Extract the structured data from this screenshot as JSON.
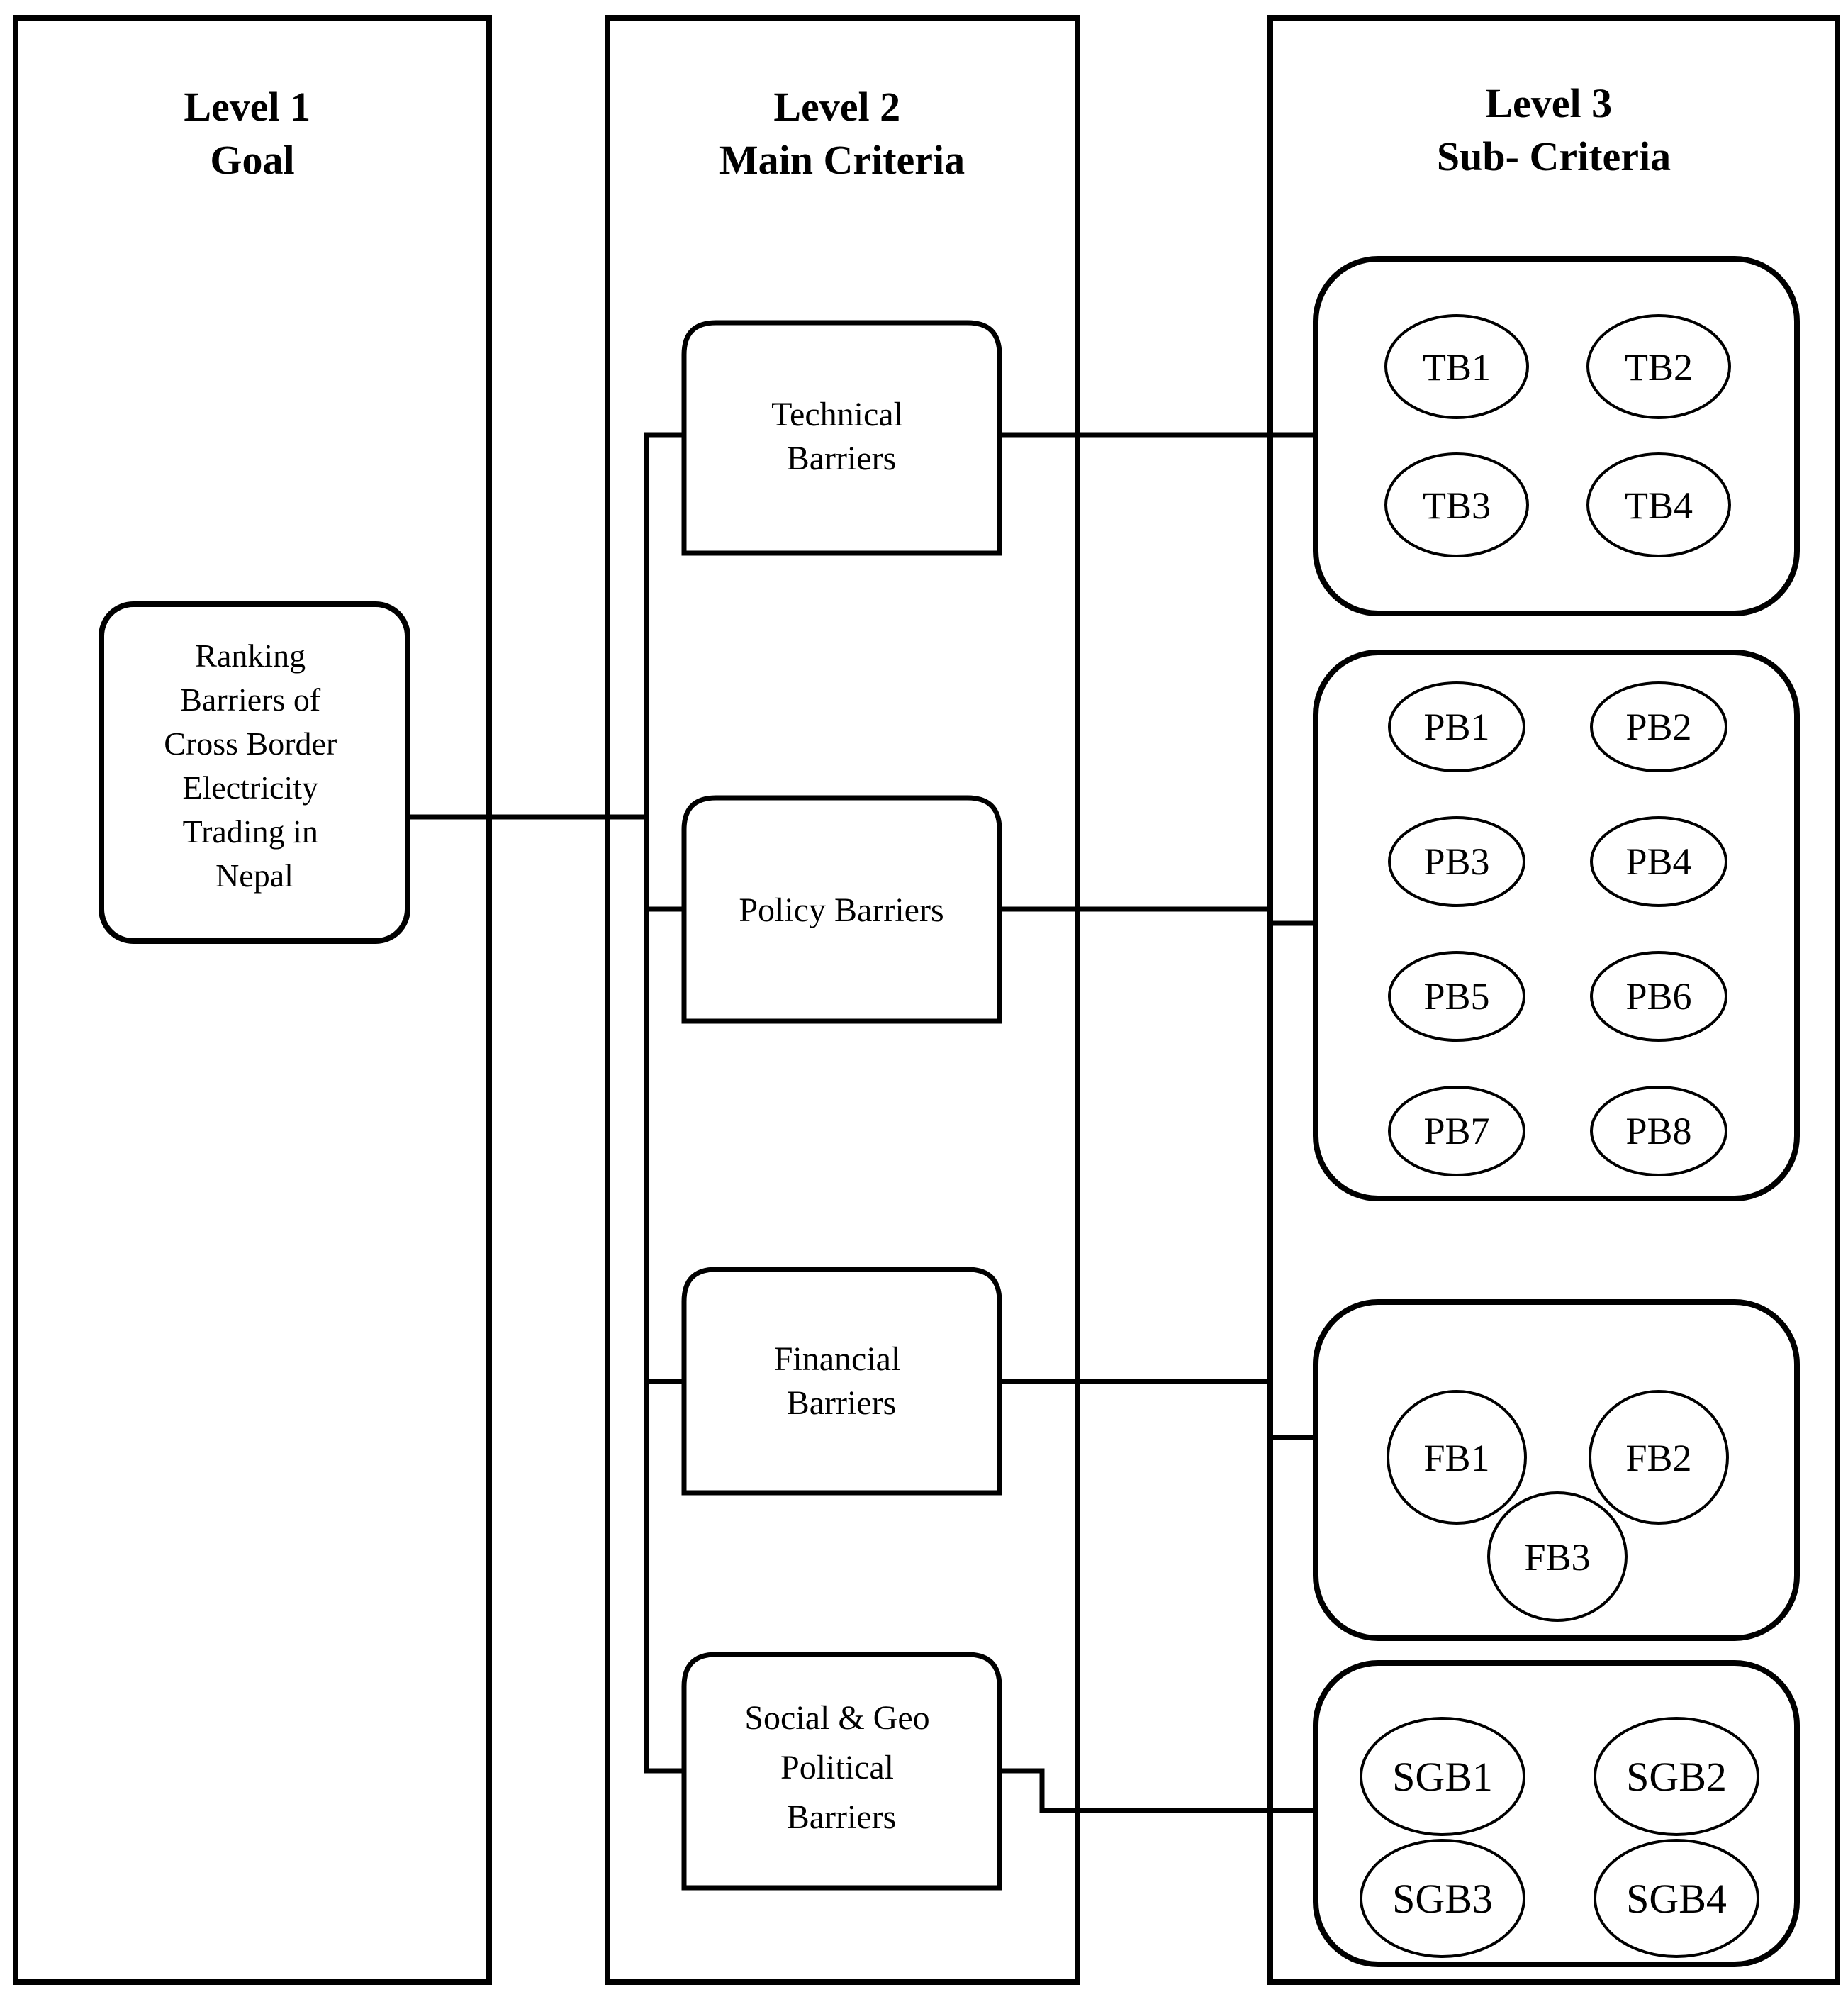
{
  "colors": {
    "ink": "#000000",
    "background": "#ffffff"
  },
  "columns": [
    {
      "id": "level1",
      "title_line1": "Level 1",
      "title_line2": "Goal"
    },
    {
      "id": "level2",
      "title_line1": "Level 2",
      "title_line2": "Main Criteria"
    },
    {
      "id": "level3",
      "title_line1": "Level 3",
      "title_line2": "Sub- Criteria"
    }
  ],
  "goal": {
    "lines": [
      "Ranking",
      "Barriers of",
      "Cross Border",
      "Electricity",
      "Trading in",
      "Nepal"
    ]
  },
  "main_criteria": [
    {
      "id": "technical",
      "lines": [
        "Technical",
        "Barriers"
      ]
    },
    {
      "id": "policy",
      "lines": [
        "Policy Barriers"
      ]
    },
    {
      "id": "financial",
      "lines": [
        "Financial",
        "Barriers"
      ]
    },
    {
      "id": "social",
      "lines": [
        "Social & Geo",
        "Political",
        "Barriers"
      ]
    }
  ],
  "sub_criteria": {
    "technical": [
      "TB1",
      "TB2",
      "TB3",
      "TB4"
    ],
    "policy": [
      "PB1",
      "PB2",
      "PB3",
      "PB4",
      "PB5",
      "PB6",
      "PB7",
      "PB8"
    ],
    "financial": [
      "FB1",
      "FB2",
      "FB3"
    ],
    "social": [
      "SGB1",
      "SGB2",
      "SGB3",
      "SGB4"
    ]
  }
}
